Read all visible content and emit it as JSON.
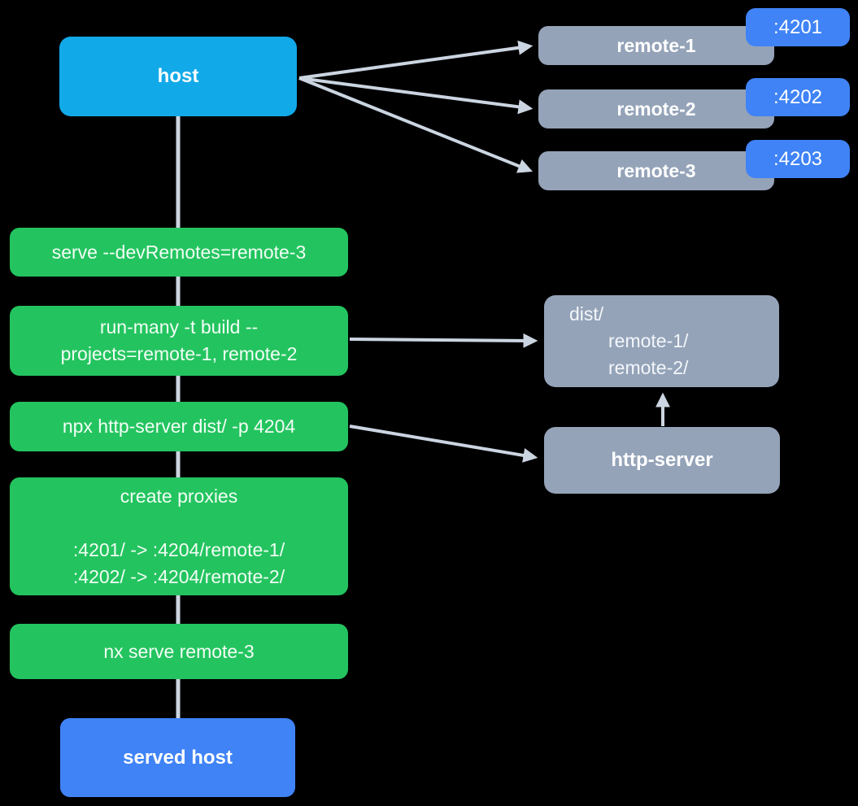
{
  "host": {
    "label": "host"
  },
  "remotes": [
    {
      "label": "remote-1",
      "port": ":4201"
    },
    {
      "label": "remote-2",
      "port": ":4202"
    },
    {
      "label": "remote-3",
      "port": ":4203"
    }
  ],
  "steps": [
    {
      "lines": [
        "serve --devRemotes=remote-3"
      ]
    },
    {
      "lines": [
        "run-many -t build --",
        "projects=remote-1, remote-2"
      ]
    },
    {
      "lines": [
        "npx http-server dist/ -p 4204"
      ]
    },
    {
      "lines": [
        "create proxies",
        "",
        ":4201/ -> :4204/remote-1/",
        ":4202/ -> :4204/remote-2/"
      ]
    },
    {
      "lines": [
        "nx serve remote-3"
      ]
    }
  ],
  "dist_folder": {
    "lines": [
      "dist/",
      "remote-1/",
      "remote-2/"
    ]
  },
  "http_server": {
    "label": "http-server"
  },
  "served_host": {
    "label": "served host"
  },
  "colors": {
    "host_fill": "#12A9E9",
    "remote_fill": "#94A3B8",
    "port_badge_fill": "#3F83F6",
    "step_fill": "#23C45F",
    "artifact_fill": "#94A3B8",
    "served_host_fill": "#3F83F6",
    "arrow": "#CBD5E1",
    "text": "#FFFFFF",
    "background": "#000000"
  }
}
